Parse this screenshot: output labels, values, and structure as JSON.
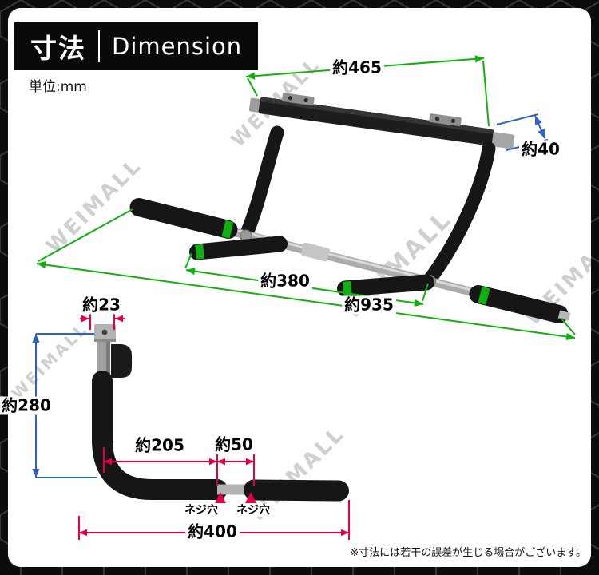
{
  "header": {
    "title_jp": "寸法",
    "title_en": "Dimension",
    "unit": "単位:mm"
  },
  "watermark_text": "WEIMALL",
  "top_view": {
    "mount_width": "約465",
    "bar_height": "約40",
    "inner_grip_span": "約380",
    "total_width": "約935"
  },
  "side_view": {
    "hook_width": "約23",
    "total_height": "約280",
    "grip_section_length": "約205",
    "screw_hole_gap": "約50",
    "screw_hole_left": "ネジ穴",
    "screw_hole_right": "ネジ穴",
    "total_depth": "約400"
  },
  "disclaimer": "※寸法には若干の誤差が生じる場合がございます。",
  "colors": {
    "dim_green": "#10b010",
    "dim_blue": "#2a62c9",
    "dim_red": "#e50044",
    "panel_bg": "#ffffff",
    "outer_bg": "#0c0c0c"
  }
}
